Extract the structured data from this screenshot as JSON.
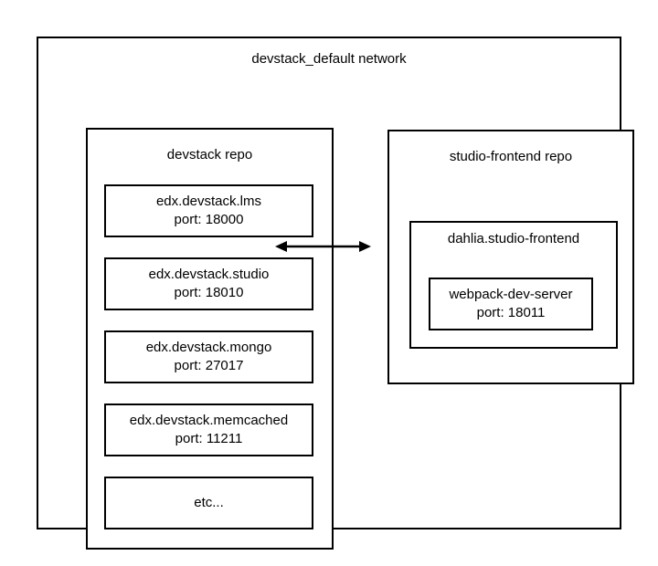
{
  "diagram": {
    "network": {
      "label": "devstack_default network"
    },
    "devstack_repo": {
      "label": "devstack repo",
      "containers": [
        {
          "name": "edx.devstack.lms",
          "port": "port: 18000"
        },
        {
          "name": "edx.devstack.studio",
          "port": "port: 18010"
        },
        {
          "name": "edx.devstack.mongo",
          "port": "port: 27017"
        },
        {
          "name": "edx.devstack.memcached",
          "port": "port: 11211"
        },
        {
          "name": "etc..."
        }
      ]
    },
    "studio_frontend_repo": {
      "label": "studio-frontend repo",
      "container": {
        "label": "dahlia.studio-frontend",
        "inner": {
          "name": "webpack-dev-server",
          "port": "port: 18011"
        }
      }
    },
    "connection": {
      "type": "bidirectional-arrow",
      "from": "edx.devstack.studio",
      "to": "dahlia.studio-frontend"
    },
    "colors": {
      "stroke": "#000000",
      "background": "#ffffff",
      "text": "#000000"
    }
  }
}
